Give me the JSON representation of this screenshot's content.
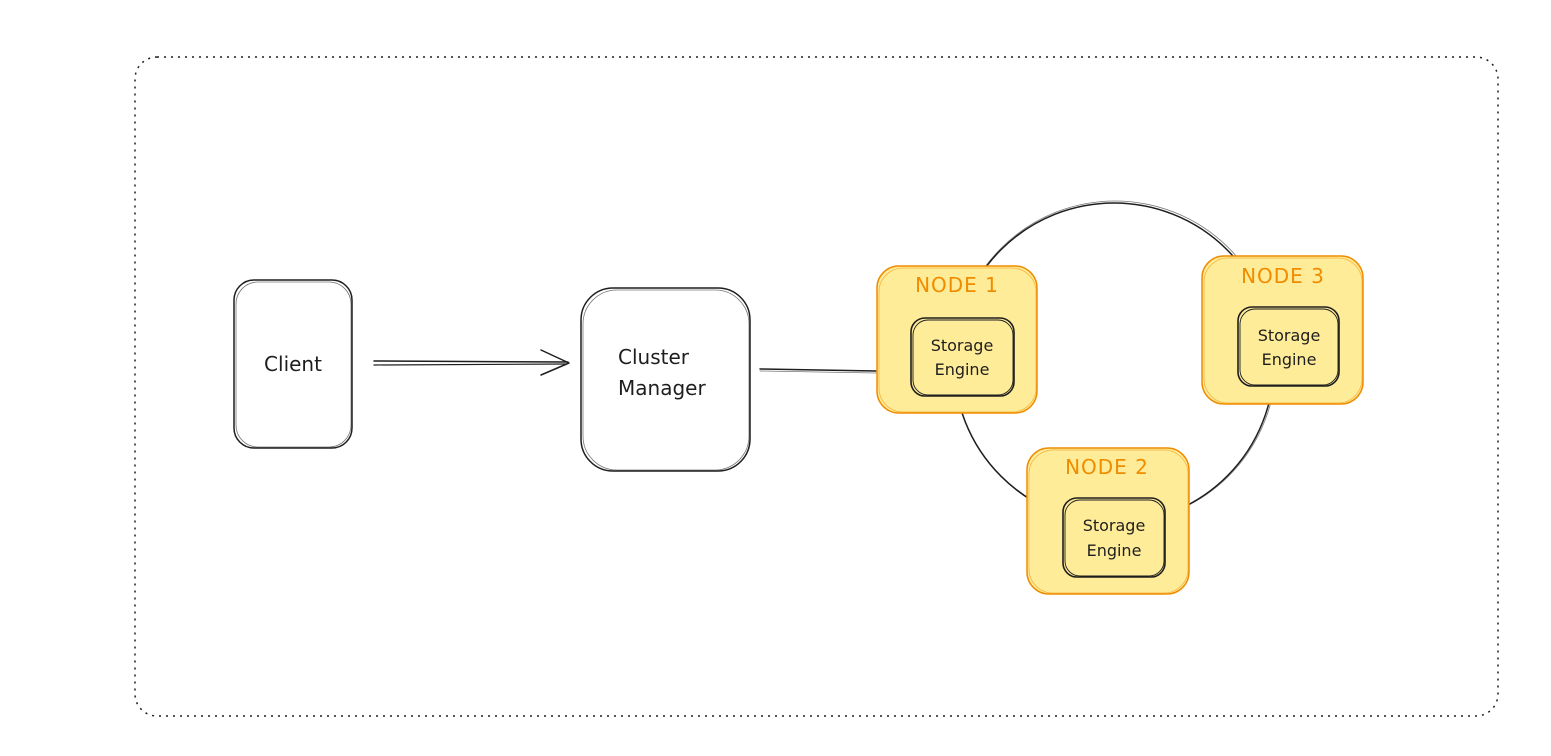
{
  "diagram": {
    "client": {
      "label": "Client"
    },
    "cluster_manager": {
      "line1": "Cluster",
      "line2": "Manager"
    },
    "nodes": [
      {
        "title": "NODE 1",
        "engine_line1": "Storage",
        "engine_line2": "Engine"
      },
      {
        "title": "NODE 2",
        "engine_line1": "Storage",
        "engine_line2": "Engine"
      },
      {
        "title": "NODE 3",
        "engine_line1": "Storage",
        "engine_line2": "Engine"
      }
    ]
  },
  "colors": {
    "stroke": "#1e1e1e",
    "node_fill": "#ffec99",
    "node_stroke": "#f08c00",
    "node_title": "#f08c00",
    "background": "#ffffff"
  }
}
